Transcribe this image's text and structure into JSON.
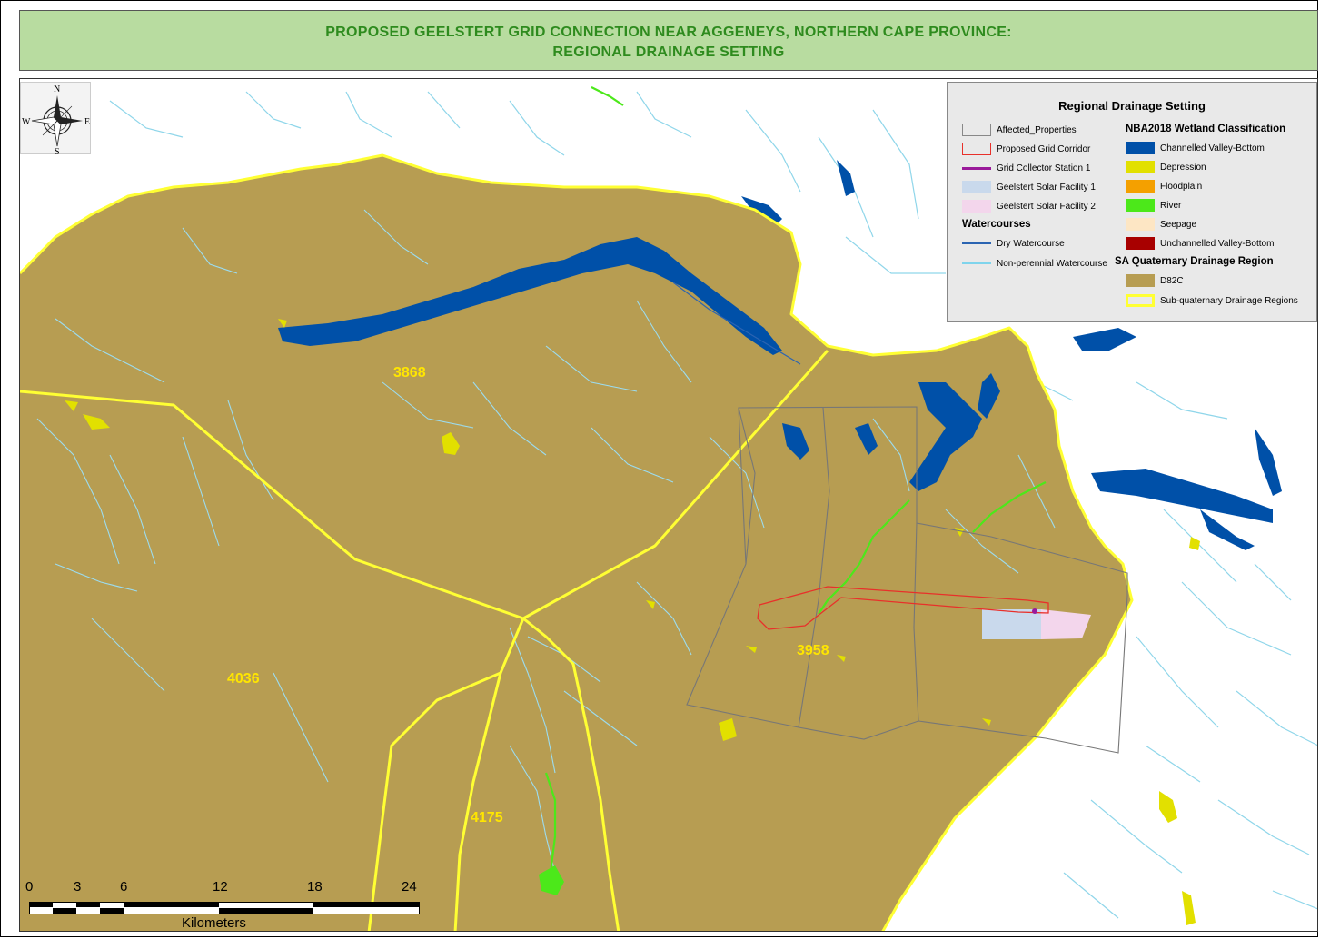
{
  "title": {
    "line1": "PROPOSED GEELSTERT GRID CONNECTION NEAR AGGENEYS, NORTHERN CAPE PROVINCE:",
    "line2": "REGIONAL DRAINAGE SETTING"
  },
  "north_arrow": {
    "n": "N",
    "s": "S",
    "e": "E",
    "w": "W"
  },
  "legend": {
    "title": "Regional Drainage Setting",
    "left_items": [
      {
        "label": "Affected_Properties",
        "icon": "hollow-grey-box"
      },
      {
        "label": "Proposed Grid Corridor",
        "icon": "hollow-red-box",
        "color": "#e8302a"
      },
      {
        "label": "Grid Collector Station 1",
        "icon": "purple-line",
        "color": "#9a1a9a"
      },
      {
        "label": "Geelstert Solar Facility 1",
        "icon": "fill",
        "color": "#c9d9ec"
      },
      {
        "label": "Geelstert Solar Facility 2",
        "icon": "fill",
        "color": "#f3d6ec"
      }
    ],
    "watercourses_heading": "Watercourses",
    "watercourse_items": [
      {
        "label": "Dry Watercourse",
        "color": "#2b64b2"
      },
      {
        "label": "Non-perennial Watercourse",
        "color": "#7fd4ec"
      }
    ],
    "wetland_heading": "NBA2018 Wetland Classification",
    "wetland_items": [
      {
        "label": "Channelled Valley-Bottom",
        "color": "#0050a8"
      },
      {
        "label": "Depression",
        "color": "#e2e000"
      },
      {
        "label": "Floodplain",
        "color": "#f4a000"
      },
      {
        "label": "River",
        "color": "#4ce81a"
      },
      {
        "label": "Seepage",
        "color": "#fde6c4"
      },
      {
        "label": "Unchannelled Valley-Bottom",
        "color": "#a80000"
      }
    ],
    "drainage_heading": "SA Quaternary Drainage Region",
    "drainage_items": [
      {
        "label": "D82C",
        "color": "#b79d52"
      },
      {
        "label": "Sub-quaternary Drainage Regions",
        "color": "#ffff33"
      }
    ]
  },
  "parcels": {
    "p3868": "3868",
    "p4036": "4036",
    "p3958": "3958",
    "p4175": "4175"
  },
  "scale": {
    "ticks": [
      "0",
      "3",
      "6",
      "12",
      "18",
      "24"
    ],
    "unit": "Kilometers"
  }
}
